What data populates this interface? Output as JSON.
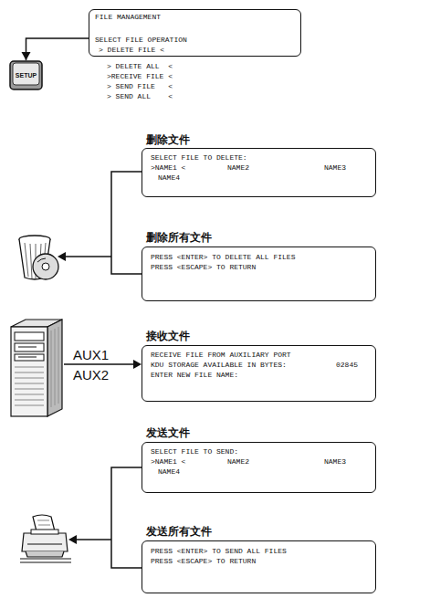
{
  "diagram": {
    "nodes": [
      {
        "text": [
          "FILE MANAGEMENT",
          "SELECT FILE OPERATION",
          "> DELETE FILE <"
        ]
      },
      {
        "text": [
          "SETUP"
        ]
      },
      {
        "text": [
          "删除文件",
          "SELECT FILE TO DELETE:",
          ">NAME1 <",
          "NAME2",
          "NAME3",
          "NAME4"
        ]
      },
      {
        "text": [
          "删除所有文件",
          "PRESS <ENTER> TO DELETE ALL FILES",
          "PRESS <ESCAPE> TO RETURN"
        ]
      },
      {
        "text": [
          "接收文件",
          "RECEIVE FILE FROM AUXILIARY PORT",
          "KDU STORAGE AVAILABLE IN BYTES:",
          "02845",
          "ENTER NEW FILE NAME:"
        ]
      },
      {
        "text": [
          "发送文件",
          "SELECT FILE TO SEND:",
          ">NAME1 <",
          "NAME2",
          "NAME3",
          "NAME4"
        ]
      },
      {
        "text": [
          "发送所有文件",
          "PRESS <ENTER> TO SEND ALL FILES",
          "PRESS <ESCAPE> TO RETURN"
        ]
      }
    ],
    "edges": [
      {
        "from": 0,
        "to": 1,
        "arrow": "to"
      }
    ],
    "labels": [
      "> DELETE ALL  <",
      ">RECEIVE FILE <",
      "> SEND FILE   <",
      "> SEND ALL    <",
      "AUX1",
      "AUX2"
    ]
  }
}
